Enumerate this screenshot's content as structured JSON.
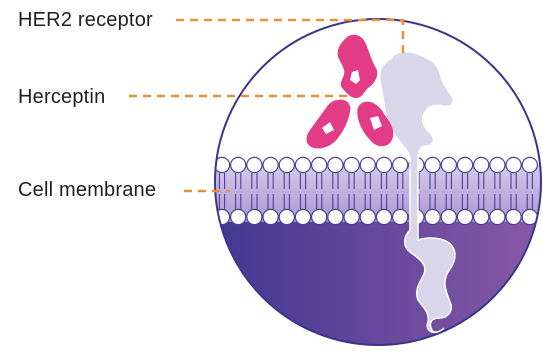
{
  "labels": {
    "her2_receptor": "HER2 receptor",
    "herceptin": "Herceptin",
    "cell_membrane": "Cell membrane"
  },
  "colors": {
    "leader_line": "#e8913a",
    "circle_outline": "#3c3589",
    "cell_interior_start": "#3f3690",
    "cell_interior_end": "#8c5aa8",
    "membrane_band": "#bfaedd",
    "lipid_head": "#ffffff",
    "receptor_fill": "#d9d6ea",
    "antibody_fill": "#e23c87"
  },
  "icons": {
    "receptor": "her2-receptor-icon",
    "antibody": "herceptin-antibody-icon",
    "membrane": "lipid-bilayer-icon"
  }
}
